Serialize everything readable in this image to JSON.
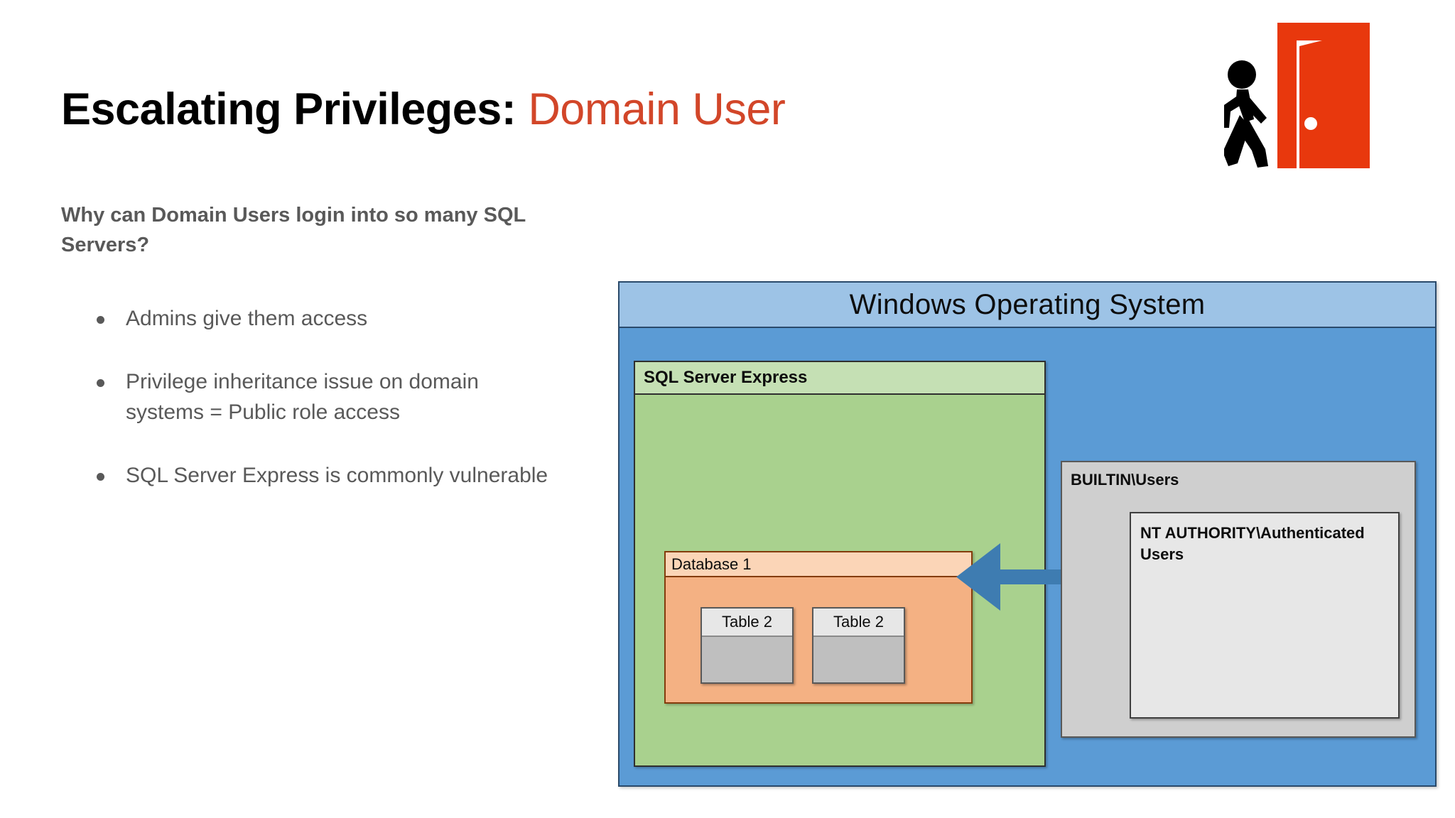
{
  "slide": {
    "title": {
      "prefix": "Escalating Privileges:",
      "accent": "Domain User",
      "accent_color": "#D24629"
    },
    "question": "Why can Domain Users login into so many SQL Servers?",
    "bullets": [
      "Admins give them access",
      "Privilege inheritance issue on domain systems = Public role access",
      "SQL Server Express is commonly vulnerable"
    ],
    "icon": {
      "name": "exit-door-icon",
      "door_color": "#E8380D",
      "person_color": "#000000"
    }
  },
  "diagram": {
    "os_title": "Windows Operating System",
    "colors": {
      "os_header": "#9DC3E6",
      "os_body": "#5B9BD5",
      "sql_header": "#C5E0B4",
      "sql_body": "#A9D18E",
      "db_header": "#FBD5B7",
      "db_body": "#F4B183",
      "table_header": "#E7E7E7",
      "table_body": "#BFBFBF",
      "builtin_body": "#CFCFCF",
      "authusers_body": "#E7E7E7",
      "arrow": "#3E7CB1"
    },
    "sql_server": {
      "label": "SQL Server Express",
      "database": {
        "label": "Database 1",
        "tables": [
          {
            "label": "Table 2"
          },
          {
            "label": "Table 2"
          }
        ]
      }
    },
    "builtin_users": {
      "label": "BUILTIN\\Users",
      "authenticated_users": {
        "label": "NT AUTHORITY\\Authenticated Users"
      }
    },
    "arrow": {
      "name": "access-arrow",
      "direction": "left"
    }
  }
}
